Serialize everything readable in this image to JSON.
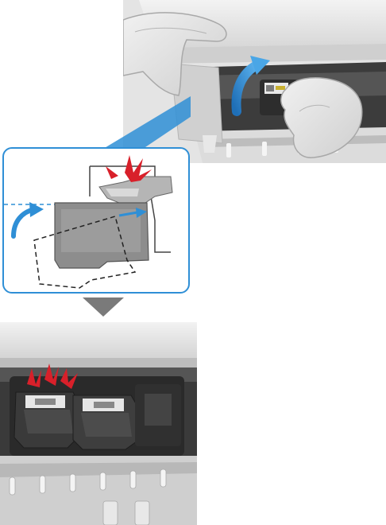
{
  "colors": {
    "accent_blue": "#2f8fd6",
    "alert_red": "#d8202a",
    "printer_body": "#e9e9e9",
    "cartridge": "#3a3a3a",
    "arrow_gray": "#7a7a7a"
  },
  "steps": [
    {
      "name": "press-cartridge-up",
      "icons": [
        "hand-icon",
        "curved-arrow-icon"
      ]
    },
    {
      "name": "latch-detail",
      "icons": [
        "click-burst-icon",
        "curved-arrow-icon",
        "straight-arrow-icon"
      ]
    },
    {
      "name": "cartridges-locked",
      "icons": [
        "click-burst-icon"
      ]
    }
  ]
}
